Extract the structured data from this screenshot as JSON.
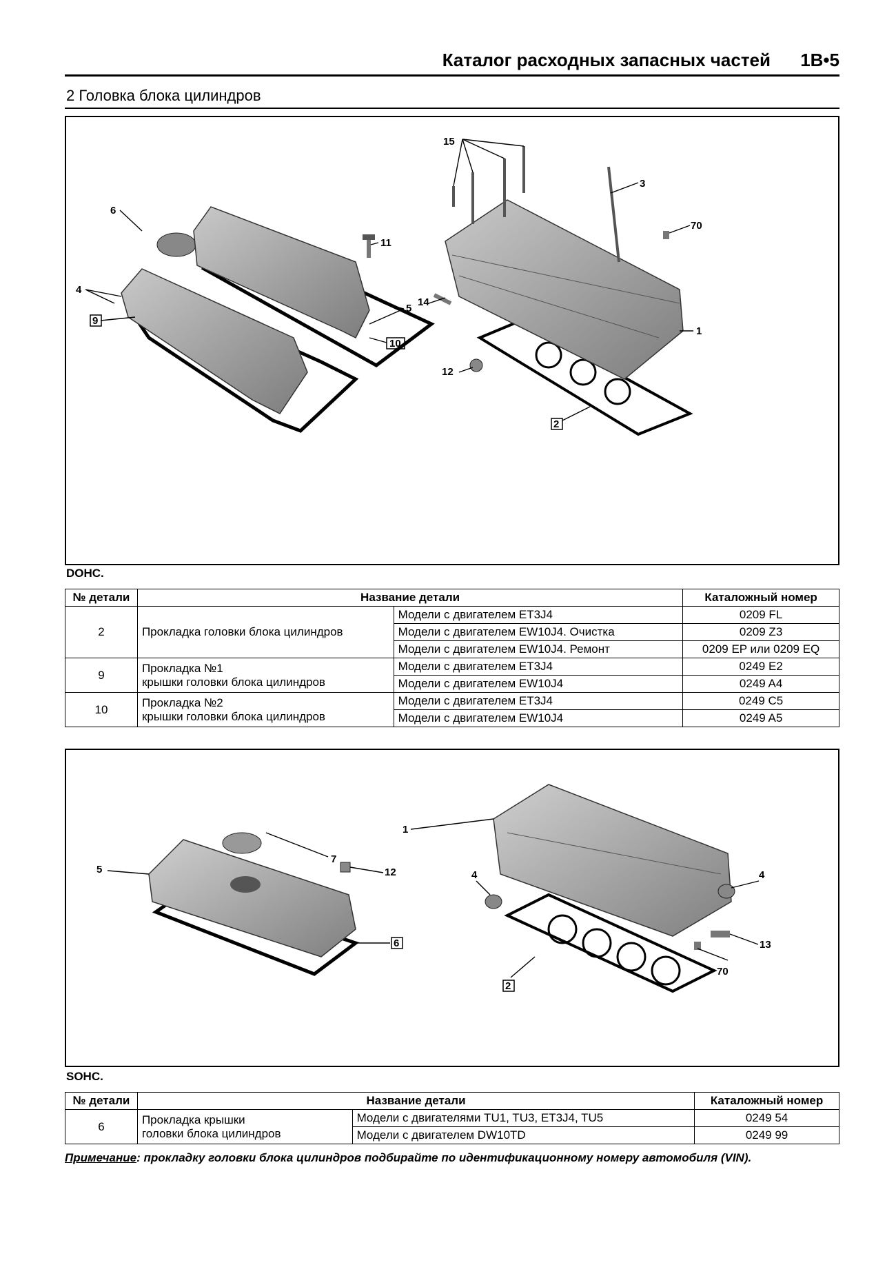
{
  "header": {
    "title": "Каталог расходных запасных частей",
    "page_number": "1B•5"
  },
  "section": {
    "title": "2 Головка блока цилиндров"
  },
  "figure1": {
    "callouts": {
      "c15": "15",
      "c3": "3",
      "c70": "70",
      "c6": "6",
      "c11": "11",
      "c4": "4",
      "c9": "9",
      "c5": "5",
      "c10": "10",
      "c14": "14",
      "c1": "1",
      "c12": "12",
      "c2": "2"
    },
    "caption": "DOHC."
  },
  "table1": {
    "headers": {
      "num": "№ детали",
      "name": "Название детали",
      "catalog": "Каталожный номер"
    },
    "groups": [
      {
        "num": "2",
        "name_line1": "Прокладка головки блока цилиндров",
        "name_line2": "",
        "rows": [
          {
            "model": "Модели с двигателем ET3J4",
            "catalog": "0209 FL"
          },
          {
            "model": "Модели с двигателем EW10J4. Очистка",
            "catalog": "0209 Z3"
          },
          {
            "model": "Модели с двигателем EW10J4. Ремонт",
            "catalog": "0209 EP или 0209 EQ"
          }
        ]
      },
      {
        "num": "9",
        "name_line1": "Прокладка №1",
        "name_line2": "крышки головки блока цилиндров",
        "rows": [
          {
            "model": "Модели с двигателем ET3J4",
            "catalog": "0249 E2"
          },
          {
            "model": "Модели с двигателем EW10J4",
            "catalog": "0249 A4"
          }
        ]
      },
      {
        "num": "10",
        "name_line1": "Прокладка №2",
        "name_line2": "крышки головки блока цилиндров",
        "rows": [
          {
            "model": "Модели с двигателем ET3J4",
            "catalog": "0249 C5"
          },
          {
            "model": "Модели с двигателем EW10J4",
            "catalog": "0249 A5"
          }
        ]
      }
    ]
  },
  "figure2": {
    "callouts": {
      "c7": "7",
      "c5": "5",
      "c12": "12",
      "c6": "6",
      "c1": "1",
      "c4a": "4",
      "c4b": "4",
      "c13": "13",
      "c70": "70",
      "c2": "2"
    },
    "caption": "SOHC."
  },
  "table2": {
    "headers": {
      "num": "№ детали",
      "name": "Название детали",
      "catalog": "Каталожный номер"
    },
    "group": {
      "num": "6",
      "name_line1": "Прокладка крышки",
      "name_line2": "головки блока цилиндров",
      "rows": [
        {
          "model": "Модели с двигателями TU1, TU3, ET3J4, TU5",
          "catalog": "0249 54"
        },
        {
          "model": "Модели с двигателем DW10TD",
          "catalog": "0249 99"
        }
      ]
    }
  },
  "note": {
    "label": "Примечание",
    "text": ": прокладку головки блока цилиндров подбирайте по идентификационному номеру автомобиля (VIN)."
  }
}
